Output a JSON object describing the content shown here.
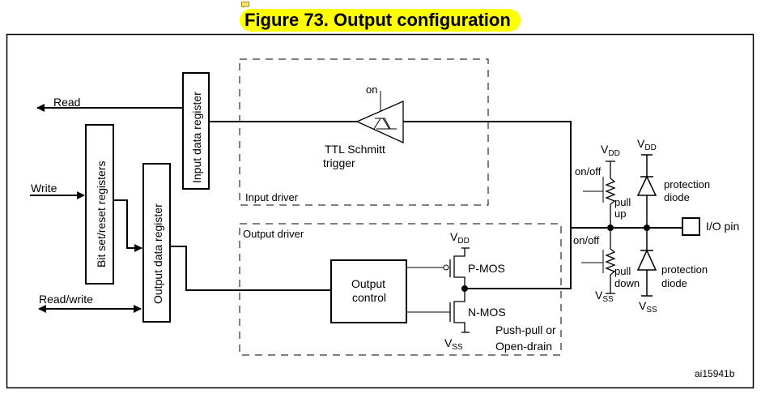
{
  "figure": {
    "title": "Figure 73. Output configuration",
    "reference_id": "ai15941b",
    "highlight_color": "#ffff00"
  },
  "left_signals": {
    "read": "Read",
    "write": "Write",
    "read_write": "Read/write"
  },
  "registers": {
    "input_data": "Input data register",
    "bit_set_reset": "Bit set/reset registers",
    "output_data": "Output data register"
  },
  "input_driver": {
    "label": "Input driver",
    "schmitt_enable": "on",
    "schmitt_line1": "TTL Schmitt",
    "schmitt_line2": "trigger"
  },
  "output_driver": {
    "label": "Output driver",
    "control_line1": "Output",
    "control_line2": "control",
    "vdd_main": "V",
    "vdd_sub": "DD",
    "vss_main": "V",
    "vss_sub": "SS",
    "pmos": "P-MOS",
    "nmos": "N-MOS",
    "mode_line1": "Push-pull or",
    "mode_line2": "Open-drain"
  },
  "pin_circuit": {
    "pullup_switch": "on/off",
    "pullup_line1": "pull",
    "pullup_line2": "up",
    "pulldown_switch": "on/off",
    "pulldown_line1": "pull",
    "pulldown_line2": "down",
    "diode_top_line1": "protection",
    "diode_top_line2": "diode",
    "diode_bottom_line1": "protection",
    "diode_bottom_line2": "diode",
    "io_pin": "I/O pin",
    "vdd_main": "V",
    "vdd_sub": "DD",
    "vss_main": "V",
    "vss_sub": "SS"
  }
}
